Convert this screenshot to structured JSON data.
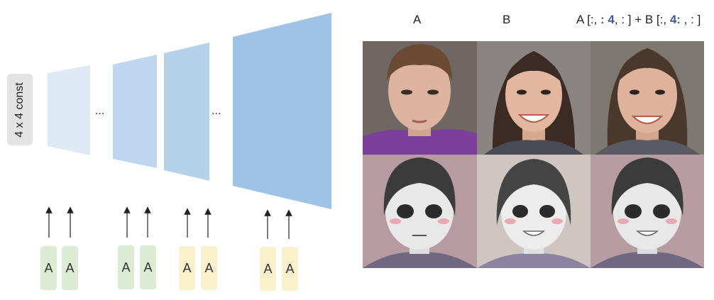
{
  "const_label": "4 x 4 const",
  "ellipsis": "...",
  "style_label": "A",
  "headers": {
    "a": "A",
    "b": "B",
    "mix_prefix": "A [:, ",
    "mix_a_slice": ": 4",
    "mix_middle": ", : ] + B [:, ",
    "mix_b_slice": "4:",
    "mix_suffix": " , : ]"
  },
  "colors": {
    "block_light": "#dde9f5",
    "block_mid": "#bfd7ee",
    "block_dark": "#9fc3e6",
    "style_green": "#dcebd4",
    "style_yellow": "#fbf0cc",
    "highlight": "#3b5a9a"
  }
}
